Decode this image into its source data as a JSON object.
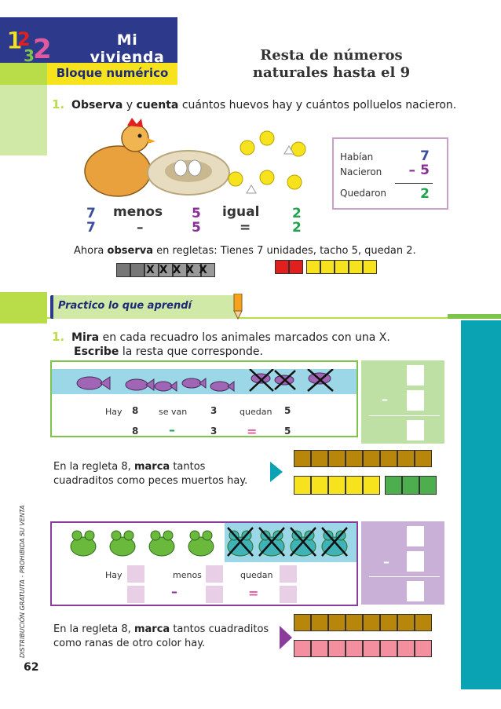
{
  "header": {
    "unit_title": "Mi vivienda",
    "block_name": "Bloque numérico",
    "page_title_l1": "Resta de números",
    "page_title_l2": "naturales hasta el 9",
    "logo_digits": [
      "1",
      "2",
      "3",
      "2"
    ]
  },
  "activity1": {
    "number": "1.",
    "verb1": "Observa",
    "y": "y",
    "verb2": "cuenta",
    "rest": "cuántos huevos hay y cuántos polluelos nacieron.",
    "summary": {
      "habian_label": "Habían",
      "habian_value": "7",
      "nacieron_label": "Nacieron",
      "nacieron_sign": "–",
      "nacieron_value": "5",
      "quedaron_label": "Quedaron",
      "quedaron_value": "2"
    },
    "words_row": {
      "a": "7",
      "menos": "menos",
      "b": "5",
      "igual": "igual",
      "c": "2"
    },
    "symbol_row": {
      "a": "7",
      "minus": "–",
      "b": "5",
      "eq": "=",
      "c": "2"
    },
    "regleta_text_pre": "Ahora",
    "regleta_text_bold": "observa",
    "regleta_text_post": "en regletas: Tienes 7 unidades, tacho 5, quedan 2.",
    "crossed_marks": "XXXXX"
  },
  "practice": {
    "banner": "Practico lo que aprendí"
  },
  "activity2": {
    "number": "1.",
    "bold1": "Mira",
    "text1": "en cada recuadro los animales marcados con una X.",
    "bold2": "Escribe",
    "text2": "la resta que corresponde.",
    "fish_row1": {
      "hay": "Hay",
      "hay_val": "8",
      "sevan": "se van",
      "sevan_val": "3",
      "quedan": "quedan",
      "quedan_val": "5"
    },
    "fish_row2": {
      "a": "8",
      "minus": "–",
      "b": "3",
      "eq": "=",
      "c": "5"
    },
    "panel_minus": "–",
    "regleta_instr_pre": "En la regleta 8,",
    "regleta_instr_bold": "marca",
    "regleta_instr_post1": "tantos",
    "regleta_instr_post2": "cuadraditos como peces muertos hay.",
    "frog_row1": {
      "hay": "Hay",
      "menos": "menos",
      "quedan": "quedan"
    },
    "frog_row2": {
      "minus": "–",
      "eq": "="
    },
    "frog_panel_minus": "–",
    "frog_instr_pre": "En la regleta 8,",
    "frog_instr_bold": "marca",
    "frog_instr_post1": "tantos cuadraditos",
    "frog_instr_post2": "como ranas de otro color hay."
  },
  "footer": {
    "side_text": "DISTRIBUCIÓN GRATUITA - PROHIBIDA SU VENTA",
    "page_number": "62"
  },
  "colors": {
    "header_blue": "#2d3a8c",
    "lime": "#b9dc49",
    "yellow": "#f6e31d",
    "teal": "#0aa3b4",
    "brown_regleta": "#b8860b",
    "red_regleta": "#e0201e",
    "pink_regleta": "#f48fa0",
    "green_regleta": "#4cae4c"
  }
}
